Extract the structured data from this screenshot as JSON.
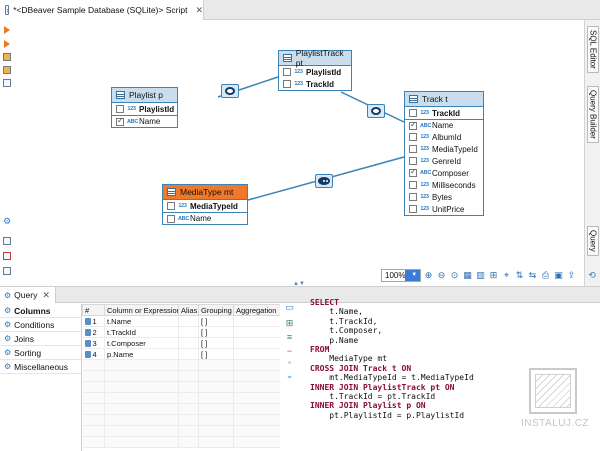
{
  "editor": {
    "tab_title": "*<DBeaver Sample Database (SQLite)> Script",
    "close_glyph": "✕"
  },
  "right_tabs": {
    "sql_editor": "SQL Editor",
    "query_builder": "Query Builder",
    "query": "Query"
  },
  "diagram": {
    "entities": {
      "playlist": {
        "title": "Playlist p",
        "columns": [
          {
            "name": "PlaylistId",
            "type": "123",
            "checked": false,
            "key": true
          },
          {
            "name": "Name",
            "type": "ABC",
            "checked": true,
            "key": false
          }
        ]
      },
      "playlisttrack": {
        "title": "PlaylistTrack pt",
        "columns": [
          {
            "name": "PlaylistId",
            "type": "123",
            "checked": false,
            "key": true
          },
          {
            "name": "TrackId",
            "type": "123",
            "checked": false,
            "key": true
          }
        ]
      },
      "track": {
        "title": "Track t",
        "columns": [
          {
            "name": "TrackId",
            "type": "123",
            "checked": false,
            "key": true
          },
          {
            "name": "Name",
            "type": "ABC",
            "checked": true,
            "key": false
          },
          {
            "name": "AlbumId",
            "type": "123",
            "checked": false,
            "key": false
          },
          {
            "name": "MediaTypeId",
            "type": "123",
            "checked": false,
            "key": false
          },
          {
            "name": "GenreId",
            "type": "123",
            "checked": false,
            "key": false
          },
          {
            "name": "Composer",
            "type": "ABC",
            "checked": true,
            "key": false
          },
          {
            "name": "Milliseconds",
            "type": "123",
            "checked": false,
            "key": false
          },
          {
            "name": "Bytes",
            "type": "123",
            "checked": false,
            "key": false
          },
          {
            "name": "UnitPrice",
            "type": "123",
            "checked": false,
            "key": false
          }
        ]
      },
      "mediatype": {
        "title": "MediaType mt",
        "columns": [
          {
            "name": "MediaTypeId",
            "type": "123",
            "checked": false,
            "key": true
          },
          {
            "name": "Name",
            "type": "ABC",
            "checked": false,
            "key": false
          }
        ]
      }
    },
    "zoom": "100%"
  },
  "bottom": {
    "tab_label": "Query",
    "categories": [
      "Columns",
      "Conditions",
      "Joins",
      "Sorting",
      "Miscellaneous"
    ],
    "grid_headers": [
      "#",
      "Column or Expression",
      "Alias",
      "Grouping",
      "Aggregation"
    ],
    "grid_rows": [
      {
        "num": "1",
        "expr": "t.Name",
        "alias": "",
        "grouping": "[ ]",
        "agg": ""
      },
      {
        "num": "2",
        "expr": "t.TrackId",
        "alias": "",
        "grouping": "[ ]",
        "agg": ""
      },
      {
        "num": "3",
        "expr": "t.Composer",
        "alias": "",
        "grouping": "[ ]",
        "agg": ""
      },
      {
        "num": "4",
        "expr": "p.Name",
        "alias": "",
        "grouping": "[ ]",
        "agg": ""
      }
    ],
    "sql_lines": [
      {
        "kw": "SELECT",
        "text": ""
      },
      {
        "kw": "",
        "text": "    t.Name,"
      },
      {
        "kw": "",
        "text": "    t.TrackId,"
      },
      {
        "kw": "",
        "text": "    t.Composer,"
      },
      {
        "kw": "",
        "text": "    p.Name"
      },
      {
        "kw": "FROM",
        "text": ""
      },
      {
        "kw": "",
        "text": "    MediaType mt"
      },
      {
        "kw": "CROSS JOIN Track t ON",
        "text": ""
      },
      {
        "kw": "",
        "text": "    mt.MediaTypeId = t.MediaTypeId"
      },
      {
        "kw": "INNER JOIN PlaylistTrack pt ON",
        "text": ""
      },
      {
        "kw": "",
        "text": "    t.TrackId = pt.TrackId"
      },
      {
        "kw": "INNER JOIN Playlist p ON",
        "text": ""
      },
      {
        "kw": "",
        "text": "    pt.PlaylistId = p.PlaylistId"
      }
    ]
  },
  "watermark": "INSTALUJ.CZ"
}
